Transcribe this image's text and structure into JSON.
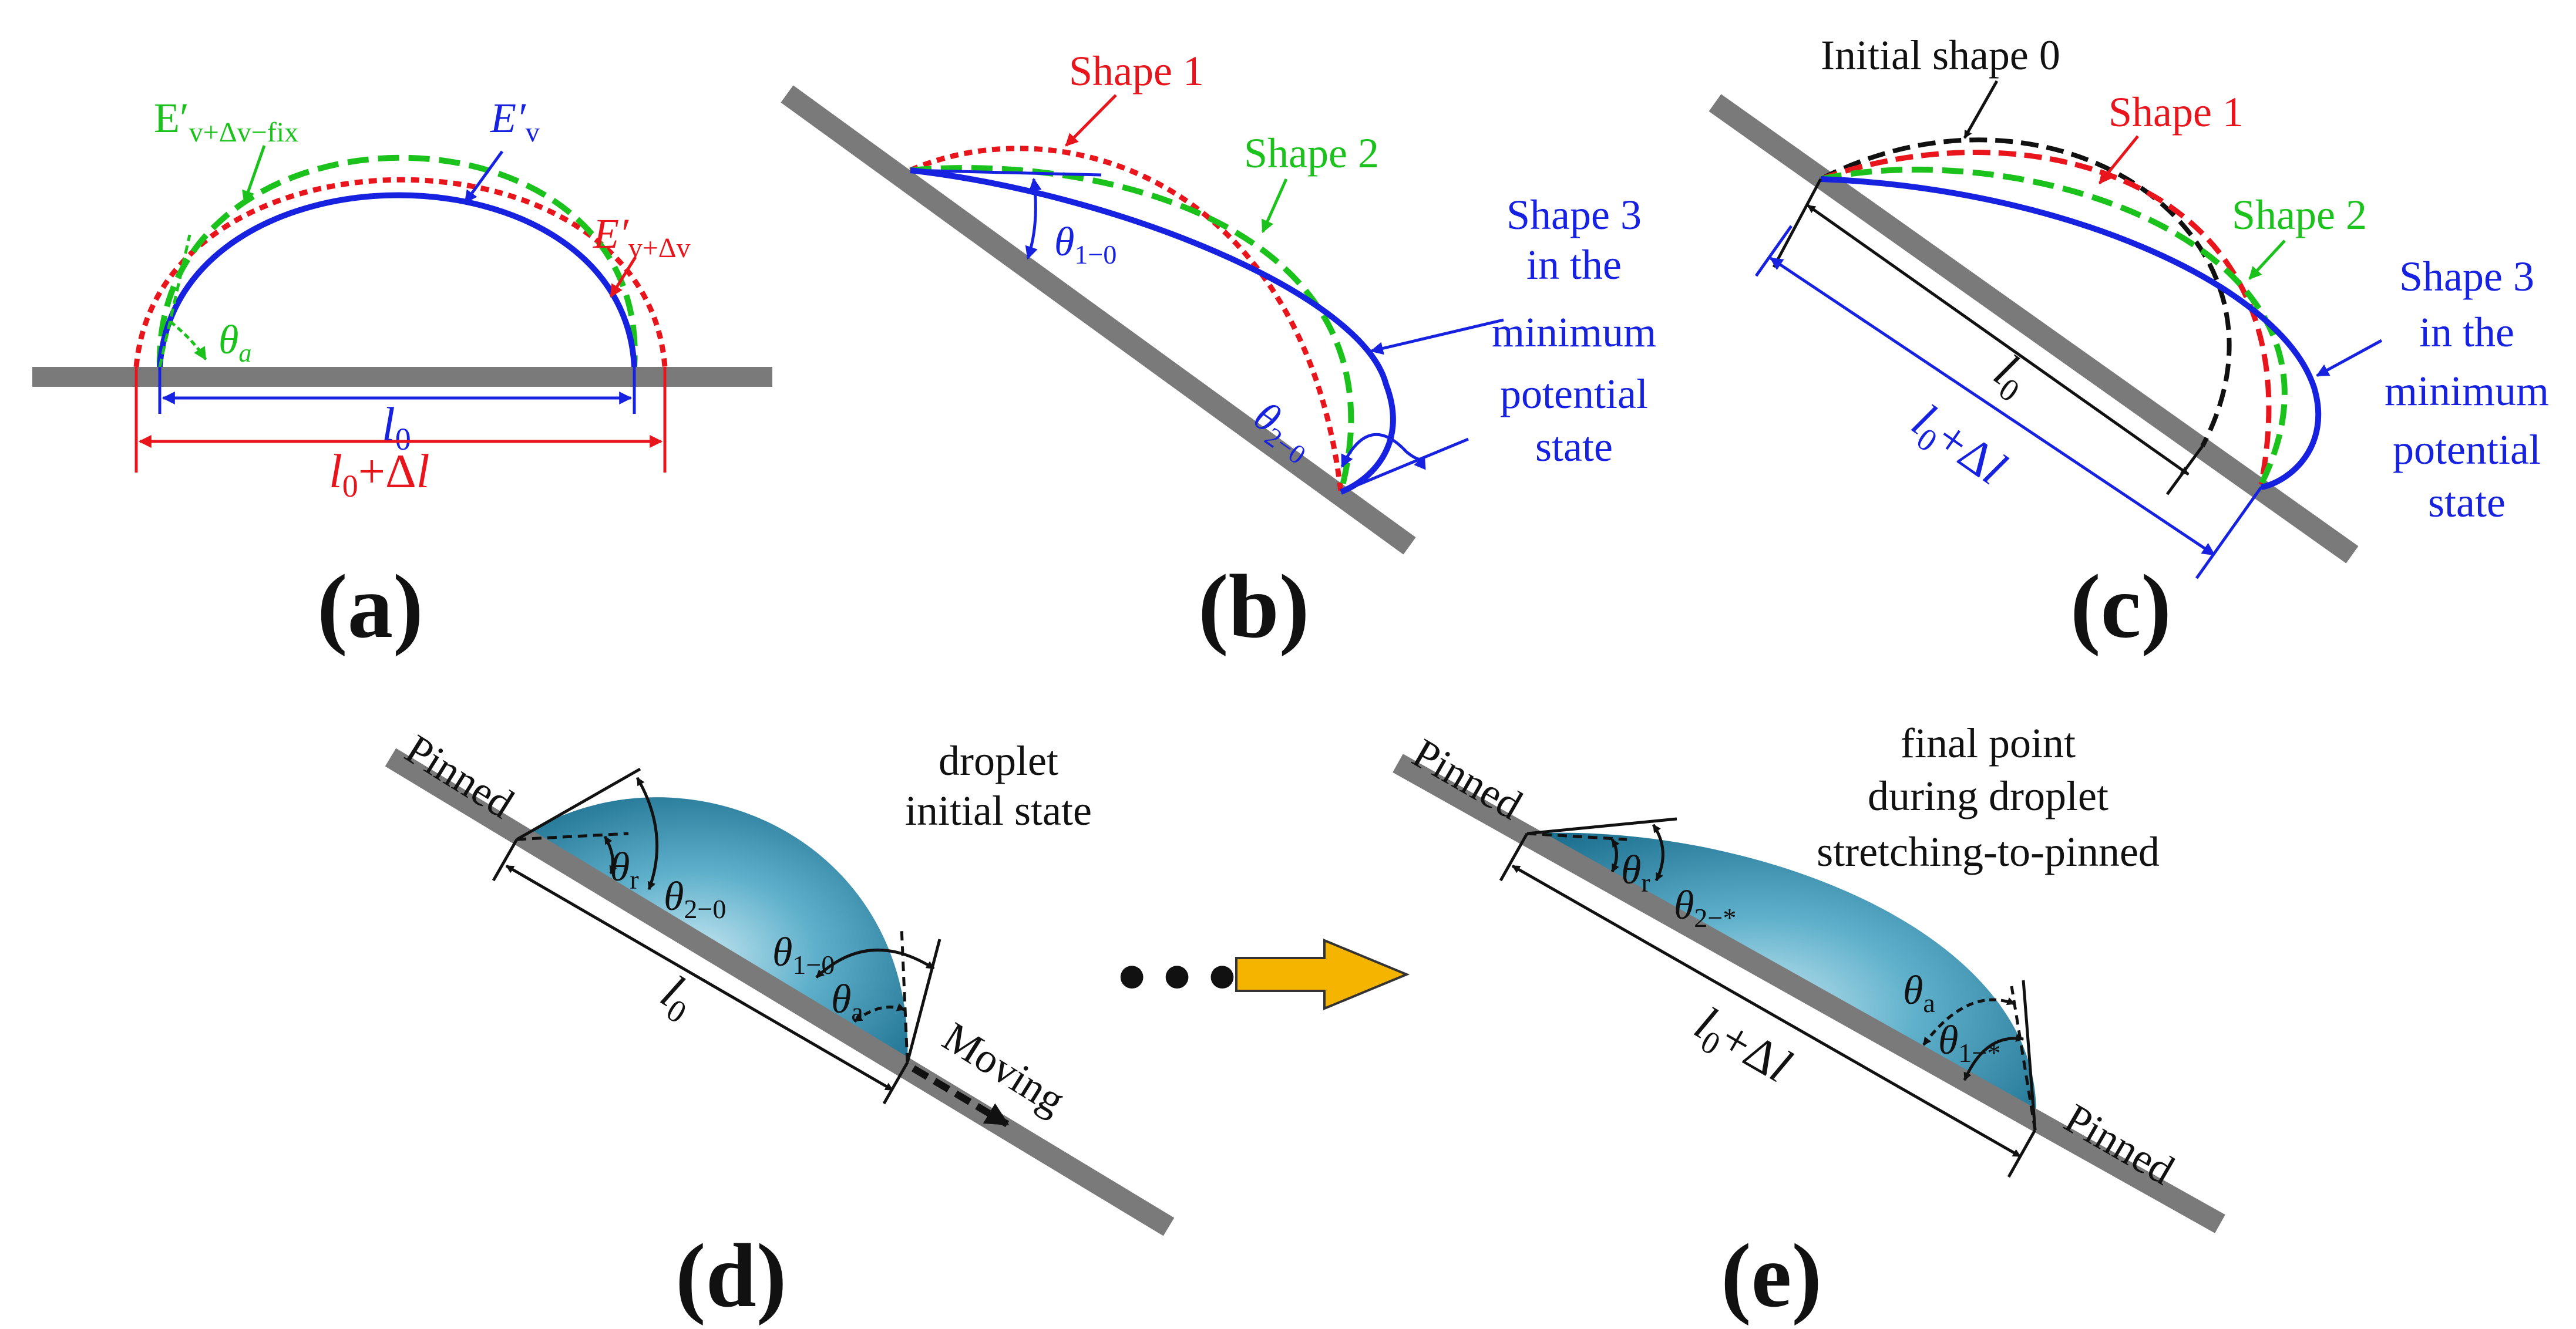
{
  "panels": {
    "a": {
      "label": "(a)",
      "ev_fix": {
        "main": "E′",
        "sub": "v+Δv−fix"
      },
      "ev": {
        "main": "E′",
        "sub": "v"
      },
      "ev_dv": {
        "main": "E′",
        "sub": "v+Δv"
      },
      "theta_a": {
        "main": "θ",
        "sub": "a"
      },
      "l0": {
        "main": "l",
        "sub": "0"
      },
      "l0_dl": {
        "main": "l",
        "sub": "0",
        "tail": "+Δ",
        "tail_it": "l"
      }
    },
    "b": {
      "label": "(b)",
      "shape1": "Shape 1",
      "shape2": "Shape 2",
      "shape3_lines": [
        "Shape 3",
        "in the",
        "minimum",
        "potential",
        "state"
      ],
      "theta10": {
        "main": "θ",
        "sub": "1−0"
      },
      "theta20": {
        "main": "θ",
        "sub": "2−0"
      }
    },
    "c": {
      "label": "(c)",
      "initial": "Initial shape 0",
      "shape1": "Shape 1",
      "shape2": "Shape 2",
      "shape3_lines": [
        "Shape 3",
        "in the",
        "minimum",
        "potential",
        "state"
      ],
      "l0": {
        "main": "l",
        "sub": "0"
      },
      "l0_dl": {
        "main": "l",
        "sub": "0",
        "tail": "+Δ",
        "tail_it": "l"
      }
    },
    "d": {
      "label": "(d)",
      "pinned": "Pinned",
      "moving": "Moving",
      "desc_lines": [
        "droplet",
        "initial state"
      ],
      "theta_r": {
        "main": "θ",
        "sub": "r"
      },
      "theta20": {
        "main": "θ",
        "sub": "2−0"
      },
      "theta10": {
        "main": "θ",
        "sub": "1−0"
      },
      "theta_a": {
        "main": "θ",
        "sub": "a"
      },
      "l0": {
        "main": "l",
        "sub": "0"
      }
    },
    "e": {
      "label": "(e)",
      "pinned_left": "Pinned",
      "pinned_right": "Pinned",
      "desc_lines": [
        "final point",
        "during droplet",
        "stretching-to-pinned"
      ],
      "theta_r": {
        "main": "θ",
        "sub": "r"
      },
      "theta2s": {
        "main": "θ",
        "sub": "2−*"
      },
      "theta_a": {
        "main": "θ",
        "sub": "a"
      },
      "theta1s": {
        "main": "θ",
        "sub": "1−*"
      },
      "l0_dl": {
        "main": "l",
        "sub": "0",
        "tail": "+Δ",
        "tail_it": "l"
      }
    },
    "ellipsis": "● ● ●"
  },
  "colors": {
    "substrate": "#7a7a7a",
    "black": "#111111",
    "red": "#e8161c",
    "green": "#1cc21c",
    "blue": "#1622e0",
    "droplet": "#3a93b4",
    "arrow": "#f4b400"
  }
}
